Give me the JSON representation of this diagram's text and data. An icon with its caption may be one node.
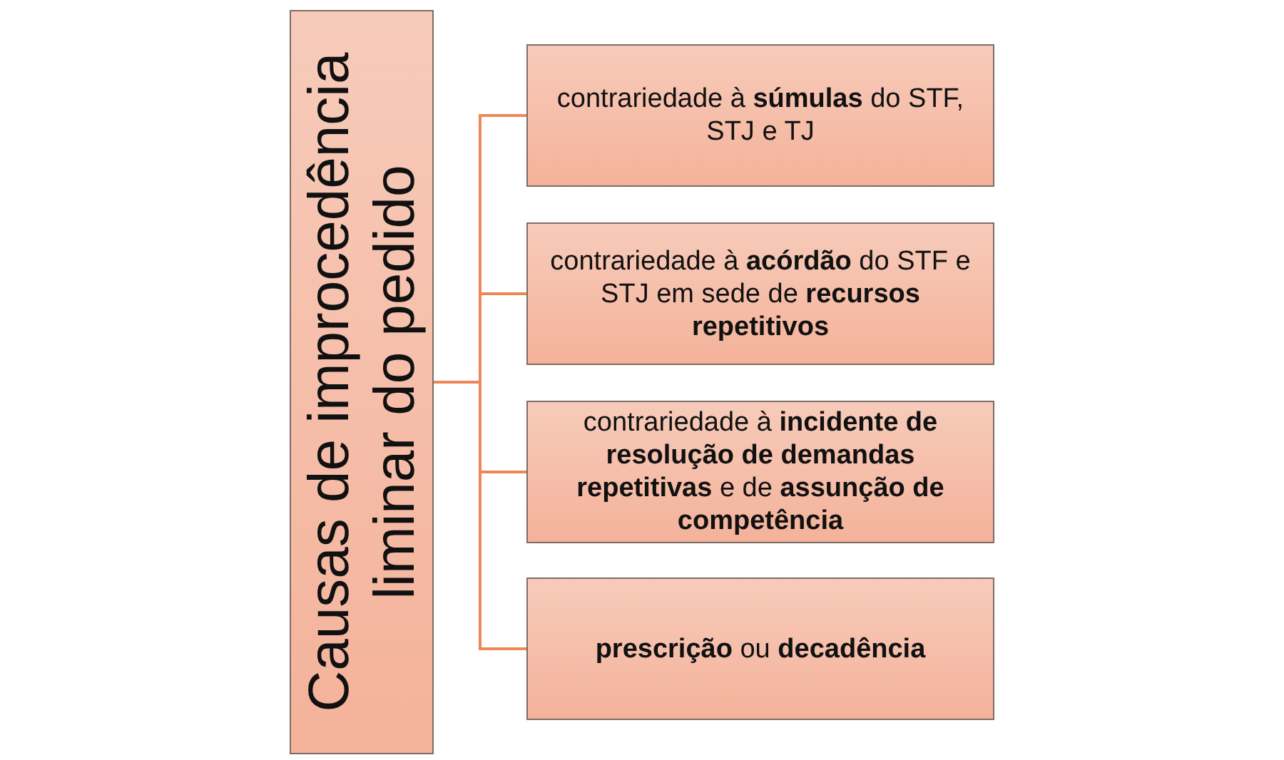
{
  "diagram": {
    "nodes": [
      {
        "text": [
          "Causas de improcedência liminar do pedido"
        ]
      },
      {
        "text": [
          "contrariedade à **súmulas** do STF, STJ e TJ"
        ]
      },
      {
        "text": [
          "contrariedade à **acórdão** do STF e STJ em sede de **recursos repetitivos**"
        ]
      },
      {
        "text": [
          "contrariedade à **incidente de resolução de demandas repetitivas** e de **assunção de competência**"
        ]
      },
      {
        "text": [
          "**prescrição** ou **decadência**"
        ]
      }
    ],
    "edges": [
      {
        "from": 0,
        "to": 1,
        "arrow": "none"
      },
      {
        "from": 0,
        "to": 2,
        "arrow": "none"
      },
      {
        "from": 0,
        "to": 3,
        "arrow": "none"
      },
      {
        "from": 0,
        "to": 4,
        "arrow": "none"
      }
    ]
  }
}
